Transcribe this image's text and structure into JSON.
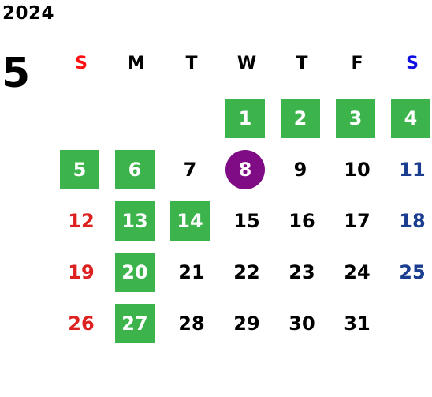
{
  "calendar": {
    "year": "2024",
    "month": "5",
    "weekdays": [
      "S",
      "M",
      "T",
      "W",
      "T",
      "F",
      "S"
    ],
    "colors": {
      "marked_bg": "#3cb44b",
      "today_bg": "#7f0c84",
      "sunday": "#dd2020",
      "saturday": "#1a3d8f"
    },
    "days": [
      {
        "label": "1",
        "state": "marked"
      },
      {
        "label": "2",
        "state": "marked"
      },
      {
        "label": "3",
        "state": "marked"
      },
      {
        "label": "4",
        "state": "marked"
      },
      {
        "label": "5",
        "state": "marked"
      },
      {
        "label": "6",
        "state": "marked"
      },
      {
        "label": "7",
        "state": "normal"
      },
      {
        "label": "8",
        "state": "today"
      },
      {
        "label": "9",
        "state": "normal"
      },
      {
        "label": "10",
        "state": "normal"
      },
      {
        "label": "11",
        "state": "normal"
      },
      {
        "label": "12",
        "state": "normal"
      },
      {
        "label": "13",
        "state": "marked"
      },
      {
        "label": "14",
        "state": "marked"
      },
      {
        "label": "15",
        "state": "normal"
      },
      {
        "label": "16",
        "state": "normal"
      },
      {
        "label": "17",
        "state": "normal"
      },
      {
        "label": "18",
        "state": "normal"
      },
      {
        "label": "19",
        "state": "normal"
      },
      {
        "label": "20",
        "state": "marked"
      },
      {
        "label": "21",
        "state": "normal"
      },
      {
        "label": "22",
        "state": "normal"
      },
      {
        "label": "23",
        "state": "normal"
      },
      {
        "label": "24",
        "state": "normal"
      },
      {
        "label": "25",
        "state": "normal"
      },
      {
        "label": "26",
        "state": "normal"
      },
      {
        "label": "27",
        "state": "marked"
      },
      {
        "label": "28",
        "state": "normal"
      },
      {
        "label": "29",
        "state": "normal"
      },
      {
        "label": "30",
        "state": "normal"
      },
      {
        "label": "31",
        "state": "normal"
      }
    ]
  }
}
